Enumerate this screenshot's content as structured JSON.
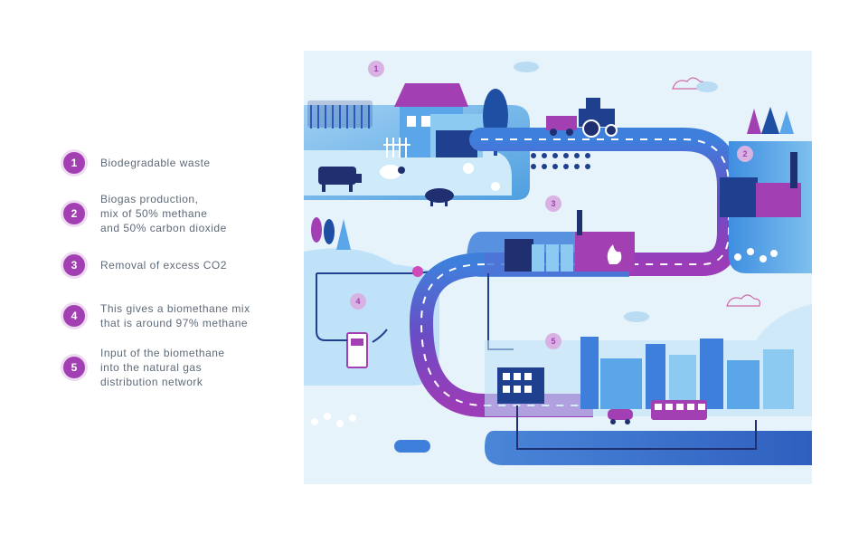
{
  "legend": {
    "items": [
      {
        "number": "1",
        "text": "Biodegradable waste"
      },
      {
        "number": "2",
        "text": "Biogas production,\nmix of 50% methane\nand 50% carbon dioxide"
      },
      {
        "number": "3",
        "text": "Removal of excess CO2"
      },
      {
        "number": "4",
        "text": "This gives a biomethane mix\nthat is around 97% methane"
      },
      {
        "number": "5",
        "text": "Input of the biomethane\ninto the natural gas\ndistribution network"
      }
    ]
  },
  "illustration": {
    "markers": [
      "1",
      "2",
      "3",
      "4",
      "5"
    ]
  },
  "colors": {
    "accent": "#a23fb3",
    "road": "#3a6fd1",
    "road_dark": "#2d4aa8",
    "ground_light": "#bfe2f8",
    "ground_mid": "#6fb4ea",
    "sky": "#e6f3fb",
    "text": "#5d6a78"
  }
}
